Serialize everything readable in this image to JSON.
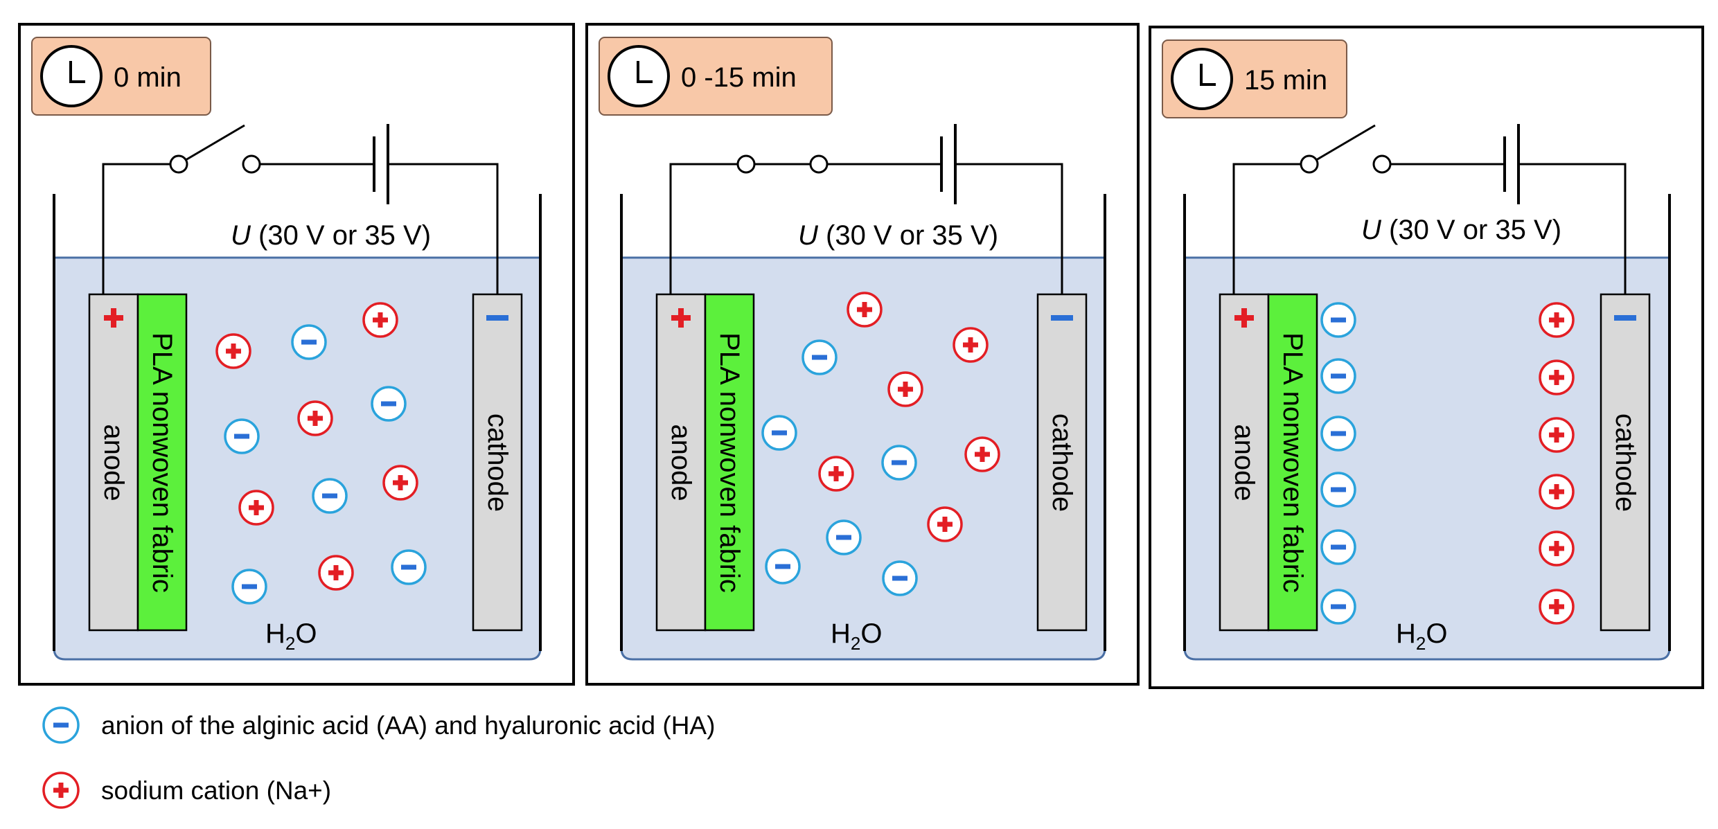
{
  "panels": [
    {
      "time_label": "0 min",
      "switch_state": "open",
      "voltage": {
        "symbol": "U",
        "text": " (30 V or 35 V)"
      },
      "anode_label": "anode",
      "fabric_label": "PLA nonwoven fabric",
      "cathode_label": "cathode",
      "anode_sign": "+",
      "cathode_sign": "−",
      "water": {
        "base": "H",
        "sub": "2",
        "tail": "O"
      }
    },
    {
      "time_label": "0 -15 min",
      "switch_state": "closed",
      "voltage": {
        "symbol": "U",
        "text": " (30 V or 35 V)"
      },
      "anode_label": "anode",
      "fabric_label": "PLA nonwoven fabric",
      "cathode_label": "cathode",
      "anode_sign": "+",
      "cathode_sign": "−",
      "water": {
        "base": "H",
        "sub": "2",
        "tail": "O"
      }
    },
    {
      "time_label": "15 min",
      "switch_state": "open",
      "voltage": {
        "symbol": "U",
        "text": " (30 V or 35 V)"
      },
      "anode_label": "anode",
      "fabric_label": "PLA nonwoven fabric",
      "cathode_label": "cathode",
      "anode_sign": "+",
      "cathode_sign": "−",
      "water": {
        "base": "H",
        "sub": "2",
        "tail": "O"
      }
    }
  ],
  "legend": [
    {
      "charge": "anion",
      "text": "anion of the alginic acid (AA) and hyaluronic acid (HA)"
    },
    {
      "charge": "cation",
      "text": "sodium cation (Na+)"
    }
  ],
  "colors": {
    "clock_badge": "#f8c8a8",
    "solution": "#d3ddee",
    "solution_border": "#4a6fa5",
    "electrode": "#d9d9d9",
    "fabric": "#5cf03c",
    "cation": "#e31e24",
    "anion": "#2aa3dc",
    "anion_bar": "#2a6fd6"
  }
}
